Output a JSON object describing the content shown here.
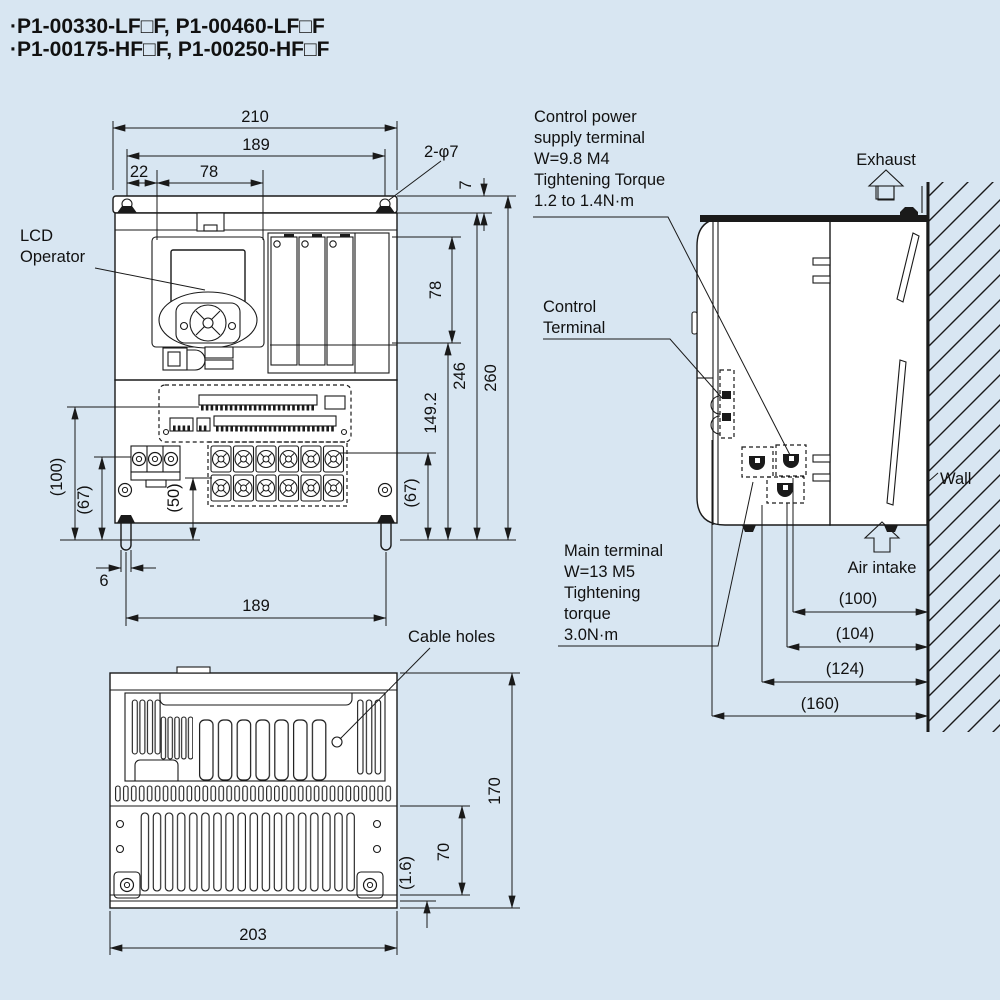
{
  "title": {
    "line1": "·P1-00330-LF□F, P1-00460-LF□F",
    "line2": "·P1-00175-HF□F, P1-00250-HF□F"
  },
  "front_view": {
    "labels": {
      "lcd_line1": "LCD",
      "lcd_line2": "Operator",
      "mounting_holes": "2-φ7"
    },
    "dims": {
      "overall_width": "210",
      "mounting_width": "189",
      "hole_offset": "22",
      "operator_width": "78",
      "plate_offset": "7",
      "option_height": "78",
      "body_height": "246",
      "overall_height": "260",
      "lower_height": "149.2",
      "right_terminal_height": "(67)",
      "left_terminal_height": "(100)",
      "left_block_height": "(67)",
      "center_terminal_height": "(50)",
      "foot_width": "6",
      "bottom_mounting_width": "189"
    }
  },
  "bottom_view": {
    "labels": {
      "cable_holes": "Cable holes"
    },
    "dims": {
      "depth": "170",
      "fin_height": "70",
      "plate_thickness": "(1.6)",
      "width": "203"
    }
  },
  "side_view": {
    "labels": {
      "control_power": [
        "Control power",
        "supply terminal",
        "W=9.8 M4",
        "Tightening Torque",
        "1.2 to 1.4N·m"
      ],
      "control_terminal": [
        "Control",
        "Terminal"
      ],
      "main_terminal": [
        "Main terminal",
        "W=13 M5",
        "Tightening",
        "torque",
        "3.0N·m"
      ],
      "exhaust": "Exhaust",
      "air_intake": "Air intake",
      "wall": "Wall"
    },
    "dims": {
      "clearance_100": "(100)",
      "clearance_104": "(104)",
      "clearance_124": "(124)",
      "clearance_160": "(160)"
    }
  },
  "colors": {
    "background": "#d8e6f2",
    "line": "#1a1a1a",
    "fill": "#ffffff"
  }
}
